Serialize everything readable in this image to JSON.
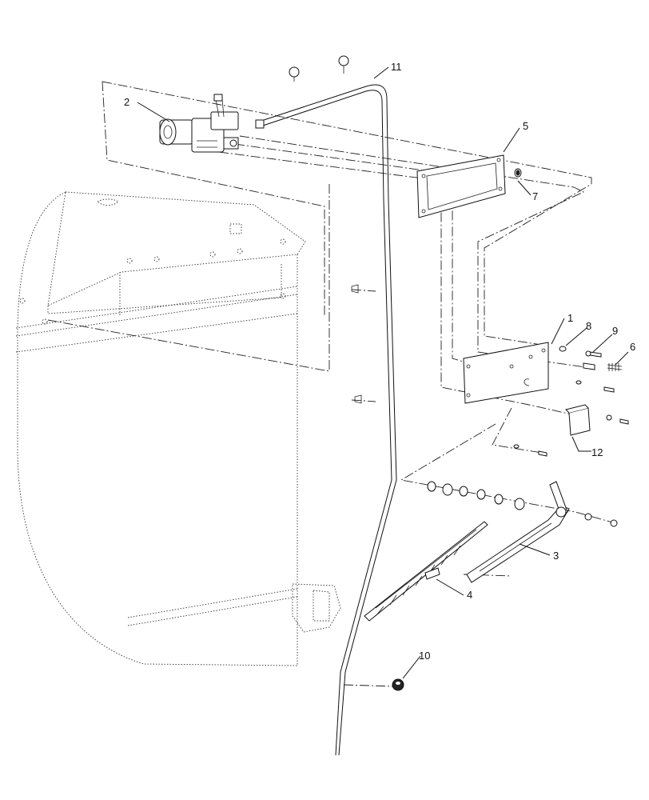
{
  "callouts": {
    "c1": "1",
    "c2": "2",
    "c3": "3",
    "c4": "4",
    "c5": "5",
    "c6": "6",
    "c7": "7",
    "c8": "8",
    "c9": "9",
    "c10": "10",
    "c11": "11",
    "c12": "12"
  },
  "icons": {
    "wiper_motor": "wiper-motor-icon",
    "washer_hose": "washer-hose-icon",
    "gasket": "gasket-icon",
    "mount_plate": "mount-plate-icon",
    "wiper_arm": "wiper-arm-icon",
    "wiper_blade": "wiper-blade-icon",
    "nozzle": "nozzle-icon",
    "grommet": "grommet-icon",
    "bracket": "bracket-icon"
  }
}
